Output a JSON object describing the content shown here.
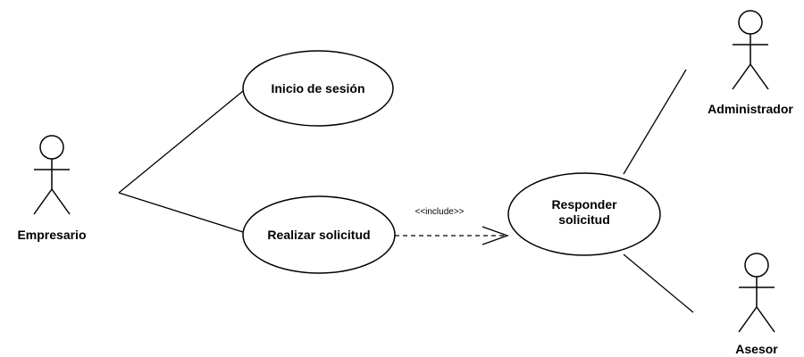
{
  "actors": {
    "empresario": "Empresario",
    "administrador": "Administrador",
    "asesor": "Asesor"
  },
  "use_cases": {
    "inicio_sesion": "Inicio de sesión",
    "realizar_solicitud": "Realizar solicitud",
    "responder_solicitud_line1": "Responder",
    "responder_solicitud_line2": "solicitud"
  },
  "relationships": {
    "include_label": "<<include>>"
  }
}
